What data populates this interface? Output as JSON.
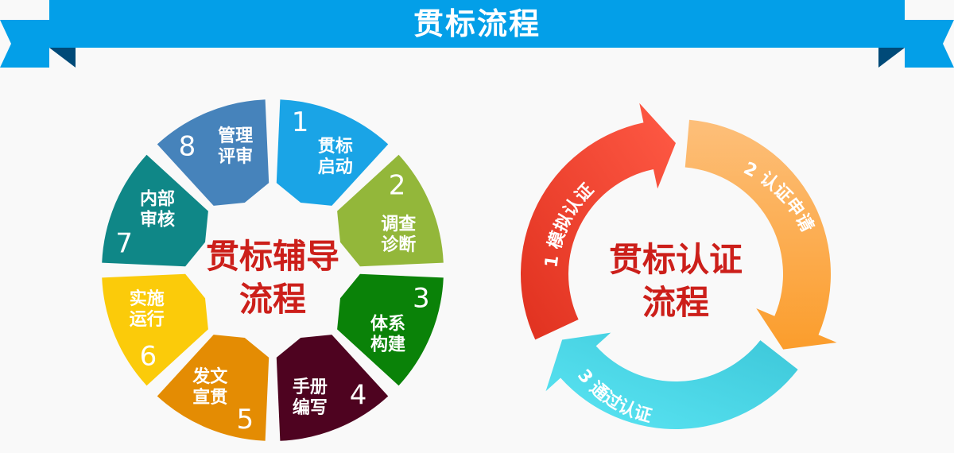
{
  "banner": {
    "title": "贯标流程",
    "color": "#039fe8",
    "fold_color": "#004a78"
  },
  "left_wheel": {
    "center_title_line1": "贯标辅导",
    "center_title_line2": "流程",
    "center_color": "#cc1f1a",
    "segments": [
      {
        "num": "1",
        "line1": "贯标",
        "line2": "启动",
        "color": "#1aa4e6"
      },
      {
        "num": "2",
        "line1": "调查",
        "line2": "诊断",
        "color": "#93b73a"
      },
      {
        "num": "3",
        "line1": "体系",
        "line2": "构建",
        "color": "#0a8208"
      },
      {
        "num": "4",
        "line1": "手册",
        "line2": "编写",
        "color": "#4e0320"
      },
      {
        "num": "5",
        "line1": "发文",
        "line2": "宣贯",
        "color": "#e48c03"
      },
      {
        "num": "6",
        "line1": "实施",
        "line2": "运行",
        "color": "#fbcb0a"
      },
      {
        "num": "7",
        "line1": "内部",
        "line2": "审核",
        "color": "#0f8787"
      },
      {
        "num": "8",
        "line1": "管理",
        "line2": "评审",
        "color": "#4683bb"
      }
    ]
  },
  "right_cycle": {
    "center_title_line1": "贯标认证",
    "center_title_line2": "流程",
    "center_color": "#cc1f1a",
    "steps": [
      {
        "label": "1  模拟认证",
        "color": "#f0412e"
      },
      {
        "label": "2  认证申请",
        "color": "#fca848"
      },
      {
        "label": "3  通过认证",
        "color": "#3fcde0"
      }
    ]
  }
}
